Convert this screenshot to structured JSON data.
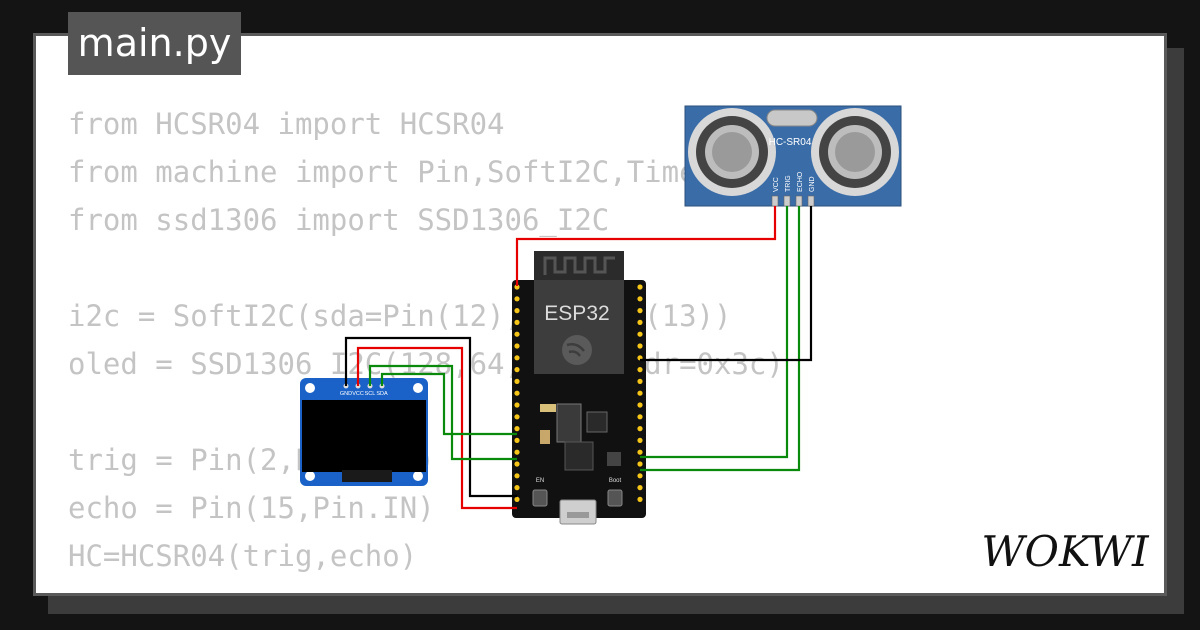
{
  "tab": {
    "filename": "main.py"
  },
  "code_lines": [
    "from HCSR04 import HCSR04",
    "from machine import Pin,SoftI2C,Timer",
    "from ssd1306 import SSD1306_I2C",
    "",
    "i2c = SoftI2C(sda=Pin(12),scl=Pin(13))",
    "oled = SSD1306_I2C(128,64,i2c, addr=0x3c)",
    "",
    "trig = Pin(2,Pin.OUT)",
    "echo = Pin(15,Pin.IN)",
    "HC=HCSR04(trig,echo)"
  ],
  "sensor": {
    "label": "HC-SR04",
    "pins": [
      "VCC",
      "TRIG",
      "ECHO",
      "GND"
    ]
  },
  "esp32": {
    "label": "ESP32",
    "en_label": "EN",
    "boot_label": "Boot"
  },
  "oled": {
    "pins": [
      "GND",
      "VCC",
      "SCL",
      "SDA"
    ]
  },
  "logo": {
    "text": "WOKWI"
  },
  "colors": {
    "wire_red": "#e60000",
    "wire_green": "#0a8a0a",
    "wire_black": "#000000",
    "sensor_board": "#3a6da8",
    "oled_board": "#1a62c8",
    "esp_board": "#111111",
    "pin_gold": "#f5c518"
  }
}
